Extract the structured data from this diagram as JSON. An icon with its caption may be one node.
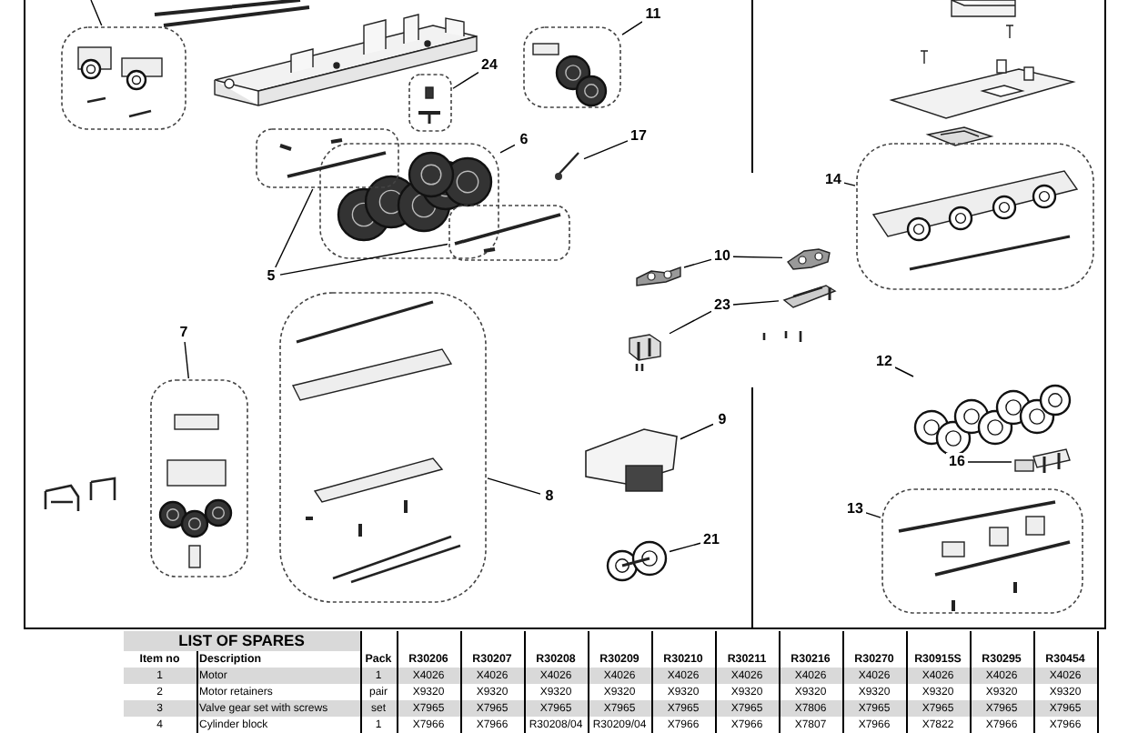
{
  "diagram": {
    "nodes": [
      {
        "text": [],
        "shape": "picture"
      },
      {
        "text": [
          "11"
        ]
      },
      {
        "text": [],
        "shape": "picture"
      },
      {
        "text": [
          "24"
        ]
      },
      {
        "text": [],
        "shape": "picture"
      },
      {
        "text": [
          "6"
        ]
      },
      {
        "text": [],
        "shape": "picture"
      },
      {
        "text": [
          "17"
        ]
      },
      {
        "text": [],
        "shape": "picture"
      },
      {
        "text": [
          "5"
        ]
      },
      {
        "text": [],
        "shape": "picture"
      },
      {
        "text": [],
        "shape": "picture"
      },
      {
        "text": [
          "10"
        ]
      },
      {
        "text": [],
        "shape": "picture"
      },
      {
        "text": [],
        "shape": "picture"
      },
      {
        "text": [
          "23"
        ]
      },
      {
        "text": [],
        "shape": "picture"
      },
      {
        "text": [],
        "shape": "picture"
      },
      {
        "text": [
          "14"
        ]
      },
      {
        "text": [],
        "shape": "picture"
      },
      {
        "text": [
          "7"
        ]
      },
      {
        "text": [],
        "shape": "picture"
      },
      {
        "text": [
          "8"
        ]
      },
      {
        "text": [],
        "shape": "picture"
      },
      {
        "text": [
          "9"
        ]
      },
      {
        "text": [],
        "shape": "picture"
      },
      {
        "text": [
          "21"
        ]
      },
      {
        "text": [],
        "shape": "picture"
      },
      {
        "text": [
          "12"
        ]
      },
      {
        "text": [],
        "shape": "picture"
      },
      {
        "text": [
          "16"
        ]
      },
      {
        "text": [],
        "shape": "picture"
      },
      {
        "text": [
          "13"
        ]
      },
      {
        "text": [],
        "shape": "picture"
      }
    ],
    "edges": [
      {
        "from": null,
        "to": 0,
        "arrow": "none"
      },
      {
        "from": 1,
        "to": 2,
        "arrow": "none"
      },
      {
        "from": 3,
        "to": 4,
        "arrow": "none"
      },
      {
        "from": 5,
        "to": 6,
        "arrow": "none"
      },
      {
        "from": 7,
        "to": 8,
        "arrow": "none"
      },
      {
        "from": 9,
        "to": 10,
        "arrow": "none"
      },
      {
        "from": 9,
        "to": 11,
        "arrow": "none"
      },
      {
        "from": 12,
        "to": 13,
        "arrow": "none"
      },
      {
        "from": 12,
        "to": 14,
        "arrow": "none"
      },
      {
        "from": 15,
        "to": 16,
        "arrow": "none"
      },
      {
        "from": 15,
        "to": 17,
        "arrow": "none"
      },
      {
        "from": 18,
        "to": 19,
        "arrow": "none"
      },
      {
        "from": 20,
        "to": 21,
        "arrow": "none"
      },
      {
        "from": 22,
        "to": 23,
        "arrow": "none"
      },
      {
        "from": 24,
        "to": 25,
        "arrow": "none"
      },
      {
        "from": 26,
        "to": 27,
        "arrow": "none"
      },
      {
        "from": 28,
        "to": 29,
        "arrow": "none"
      },
      {
        "from": 30,
        "to": 31,
        "arrow": "none"
      },
      {
        "from": 32,
        "to": 33,
        "arrow": "none"
      }
    ],
    "labels": [
      "LIST OF SPARES",
      "Item no",
      "Description",
      "Pack",
      "R30206",
      "R30207",
      "R30208",
      "R30209",
      "R30210",
      "R30211",
      "R30216",
      "R30270",
      "R30915S",
      "R30295",
      "R30454",
      "1",
      "Motor",
      "1",
      "X4026",
      "X4026",
      "X4026",
      "X4026",
      "X4026",
      "X4026",
      "X4026",
      "X4026",
      "X4026",
      "X4026",
      "X4026",
      "2",
      "Motor retainers",
      "pair",
      "X9320",
      "X9320",
      "X9320",
      "X9320",
      "X9320",
      "X9320",
      "X9320",
      "X9320",
      "X9320",
      "X9320",
      "X9320",
      "3",
      "Valve gear set with screws",
      "set",
      "X7965",
      "X7965",
      "X7965",
      "X7965",
      "X7965",
      "X7965",
      "X7806",
      "X7965",
      "X7965",
      "X7965",
      "X7965",
      "4",
      "Cylinder block",
      "1",
      "X7966",
      "X7966",
      "R30208/04",
      "R30209/04",
      "X7966",
      "X7966",
      "X7807",
      "X7966",
      "X7822",
      "X7966",
      "X7966"
    ]
  }
}
